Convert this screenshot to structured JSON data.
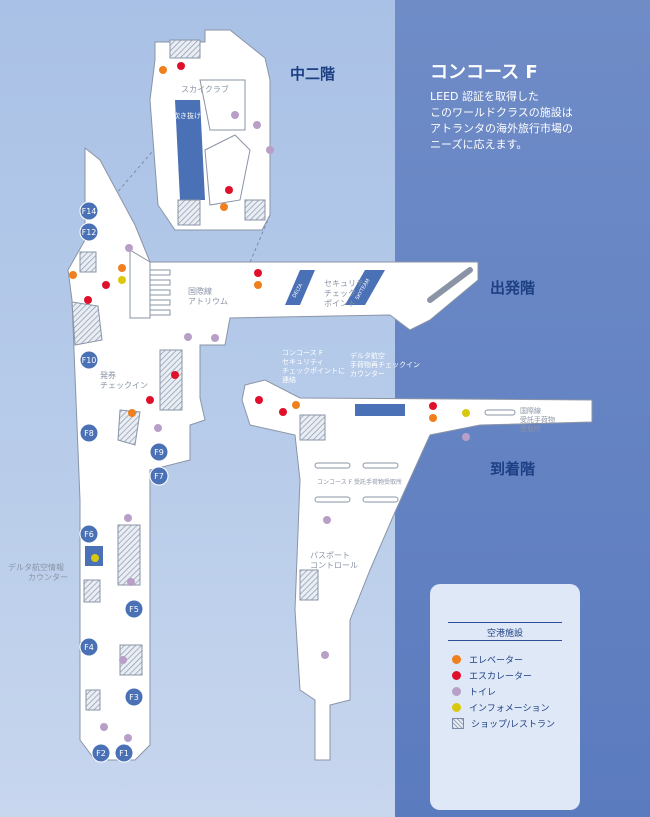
{
  "title": "コンコース F",
  "description": "LEED 認証を取得した\nこのワールドクラスの施設は\nアトランタの海外旅行市場の\nニーズに応えます。",
  "floors": {
    "mezzanine": "中二階",
    "departure": "出発階",
    "arrival": "到着階"
  },
  "map_labels": {
    "sky_club": "スカイクラブ",
    "atrium_void": "吹き抜け",
    "intl_atrium": "国際線\nアトリウム",
    "security_checkpoint": "セキュリティ\nチェック\nポイント",
    "delta_badge_1": "DELTA",
    "delta_badge_2": "SKYTEAM",
    "ticketing_checkin": "発券\nチェックイン",
    "delta_info_counter": "デルタ航空情報\nカウンター",
    "concourse_f_security_link": "コンコース F\nセキュリティ\nチェックポイントに\n連絡",
    "delta_baggage_checkin": "デルタ航空\n手荷物再チェックイン\nカウンター",
    "baggage_claim_f": "コンコース F 受託手荷物受取所",
    "intl_baggage_claim": "国際線\n受託手荷物\n受取所",
    "passport_control": "パスポート\nコントロール"
  },
  "gates": [
    "F14",
    "F12",
    "F10",
    "F8",
    "F9",
    "F7",
    "F6",
    "F5",
    "F4",
    "F3",
    "F2",
    "F1"
  ],
  "legend": {
    "title": "空港施設",
    "items": [
      {
        "label": "エレベーター",
        "icon": "elevator-dot",
        "color": "#f07f1e"
      },
      {
        "label": "エスカレーター",
        "icon": "escalator-dot",
        "color": "#e0102b"
      },
      {
        "label": "トイレ",
        "icon": "restroom-dot",
        "color": "#b89fc7"
      },
      {
        "label": "インフォメーション",
        "icon": "information-dot",
        "color": "#d8c80e"
      },
      {
        "label": "ショップ/レストラン",
        "icon": "shop-hatch",
        "color": "#9aa6bd"
      }
    ]
  },
  "colors": {
    "panel_left": "#b4c8e8",
    "panel_right": "#5b7bbf",
    "building": "#ffffff",
    "outline": "#8a94a6",
    "accent_blue": "#4a70b6",
    "label_dark": "#1d3f84"
  }
}
